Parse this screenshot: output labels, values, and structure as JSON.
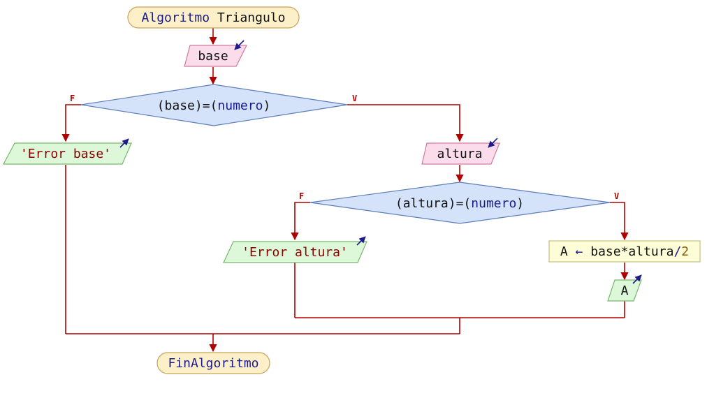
{
  "colors": {
    "edge": "#b00000",
    "terminal_fill": "#fdf0c8",
    "terminal_stroke": "#c9a255",
    "input_fill": "#fadcea",
    "input_stroke": "#d07aa0",
    "decision_fill": "#d4e2fa",
    "decision_stroke": "#5d7dbb",
    "output_fill": "#ddf7d9",
    "output_stroke": "#78b66e",
    "process_fill": "#fdfdd7",
    "process_stroke": "#c8c27d",
    "keyword": "#1b1b8f",
    "string": "#8b0000",
    "number": "#8a5a00"
  },
  "start": {
    "keyword": "Algoritmo",
    "name": "Triangulo"
  },
  "read_base": {
    "var": "base",
    "icon": "read-arrow-icon"
  },
  "decision1": {
    "open1": "(",
    "var": "base",
    "close1": ")",
    "eq": "=",
    "open2": "(",
    "type": "numero",
    "close2": ")",
    "false_label": "F",
    "true_label": "V"
  },
  "write_error_base": {
    "text": "'Error base'",
    "icon": "write-arrow-icon"
  },
  "read_altura": {
    "var": "altura",
    "icon": "read-arrow-icon"
  },
  "decision2": {
    "open1": "(",
    "var": "altura",
    "close1": ")",
    "eq": "=",
    "open2": "(",
    "type": "numero",
    "close2": ")",
    "false_label": "F",
    "true_label": "V"
  },
  "write_error_altura": {
    "text": "'Error altura'",
    "icon": "write-arrow-icon"
  },
  "assign": {
    "target": "A",
    "arrow": "←",
    "expr": "base*altura",
    "slash": "/",
    "divisor": "2"
  },
  "write_a": {
    "text": "A",
    "icon": "write-arrow-icon"
  },
  "end": {
    "keyword": "FinAlgoritmo"
  }
}
